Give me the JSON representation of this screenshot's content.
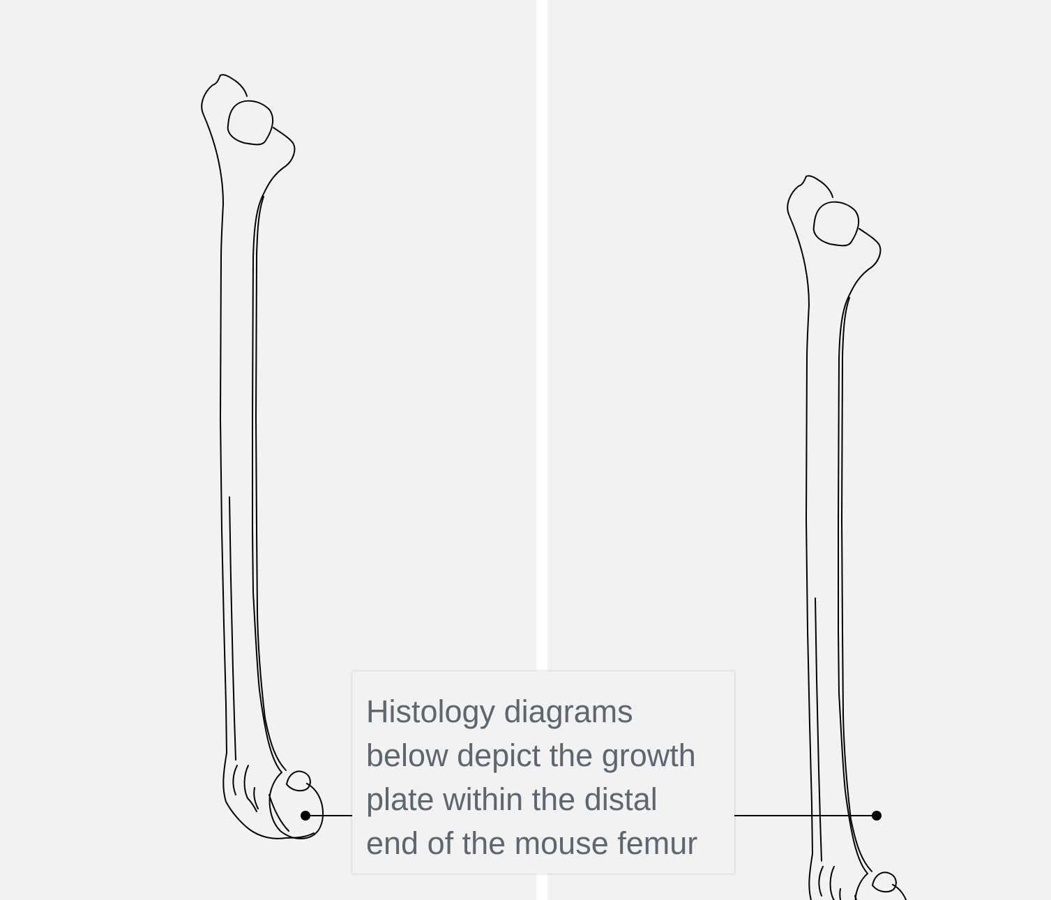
{
  "caption": {
    "text": "Histology diagrams\nbelow depict the growth\nplate within the distal\nend of the mouse femur"
  },
  "colors": {
    "panel_background": "#f2f2f2",
    "divider": "#ffffff",
    "outline": "#000000",
    "caption_text": "#5e6670"
  },
  "figures": [
    {
      "name": "femur-left",
      "marker": "growth-plate-marker-left"
    },
    {
      "name": "femur-right",
      "marker": "growth-plate-marker-right"
    }
  ]
}
